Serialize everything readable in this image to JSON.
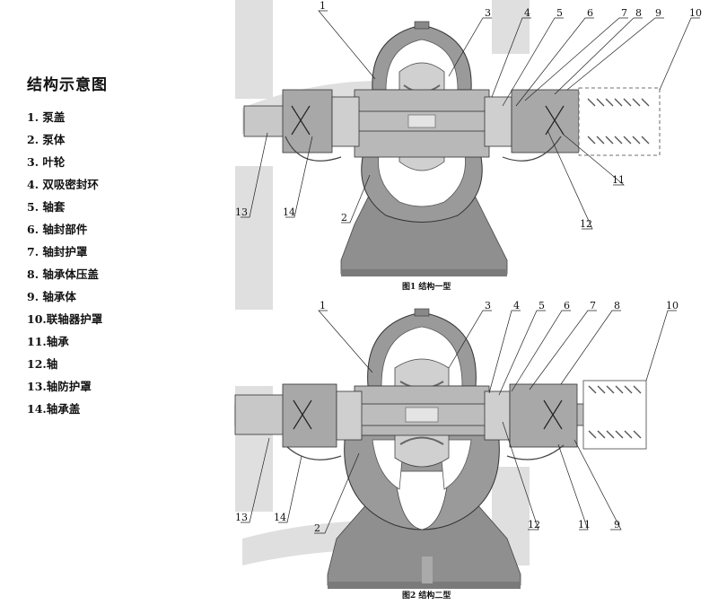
{
  "legend": {
    "title": "结构示意图",
    "items": [
      "1. 泵盖",
      "2. 泵体",
      "3. 叶轮",
      "4. 双吸密封环",
      "5. 轴套",
      "6. 轴封部件",
      "7. 轴封护罩",
      "8. 轴承体压盖",
      "9. 轴承体",
      "10.联轴器护罩",
      "11.轴承",
      "12.轴",
      "13.轴防护罩",
      "14.轴承盖"
    ]
  },
  "figure1": {
    "caption": "图1  结构一型",
    "callouts": {
      "c1": "1",
      "c2": "2",
      "c3": "3",
      "c4": "4",
      "c5": "5",
      "c6": "6",
      "c7": "7",
      "c8": "8",
      "c9": "9",
      "c10": "10",
      "c11": "11",
      "c12": "12",
      "c13": "13",
      "c14": "14"
    }
  },
  "figure2": {
    "caption": "图2  结构二型",
    "callouts": {
      "c1": "1",
      "c2": "2",
      "c3": "3",
      "c4": "4",
      "c5": "5",
      "c6": "6",
      "c7": "7",
      "c8": "8",
      "c9": "9",
      "c10": "10",
      "c11": "11",
      "c12": "12",
      "c13": "13",
      "c14": "14"
    }
  },
  "colors": {
    "casing": "#8f8f8f",
    "casing_light": "#c4c4c4",
    "watermark": "#d9d9d9",
    "shaft": "#b5b5b5"
  }
}
